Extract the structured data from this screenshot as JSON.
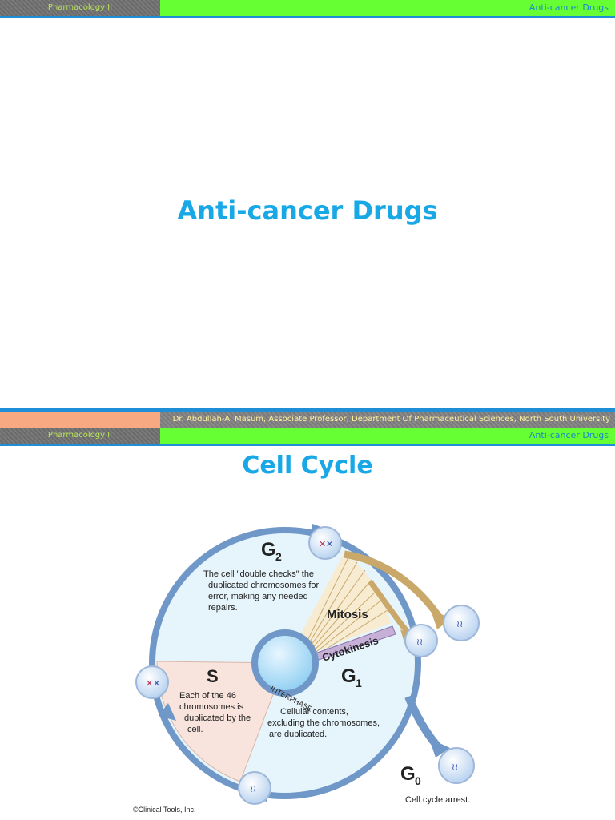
{
  "slide1": {
    "header": {
      "course": "Pharmacology II",
      "topic": "Anti-cancer Drugs"
    },
    "title": "Anti-cancer Drugs",
    "footer": {
      "author": "Dr. Abdullah-Al Masum, Associate Professor, Department Of Pharmaceutical Sciences, North South University"
    }
  },
  "slide2": {
    "header": {
      "course": "Pharmacology II",
      "topic": "Anti-cancer Drugs"
    },
    "title": "Cell Cycle",
    "diagram": {
      "g2_label": "G",
      "g2_sub": "2",
      "g2_text": [
        "The cell \"double checks\" the",
        "duplicated chromosomes for",
        "error, making any needed",
        "repairs."
      ],
      "mitosis": "Mitosis",
      "cytokinesis": "Cytokinesis",
      "s_label": "S",
      "s_text": [
        "Each of the 46",
        "chromosomes is",
        "duplicated by the",
        "cell."
      ],
      "g1_label": "G",
      "g1_sub": "1",
      "g1_text": [
        "Cellular contents,",
        "excluding the chromosomes,",
        "are duplicated."
      ],
      "interphase": "INTERPHASE",
      "g0_label": "G",
      "g0_sub": "0",
      "g0_text": "Cell cycle arrest.",
      "copyright": "©Clinical Tools, Inc.",
      "colors": {
        "ring": "#6f97c7",
        "g1_fill": "#e6f4fb",
        "s_fill": "#f8e4dc",
        "mitosis_fill": "#f7ecd2",
        "mitosis_edge": "#c9a86a",
        "cytokinesis": "#c7b0d8",
        "cell_fill": "#c9dff5"
      }
    }
  }
}
